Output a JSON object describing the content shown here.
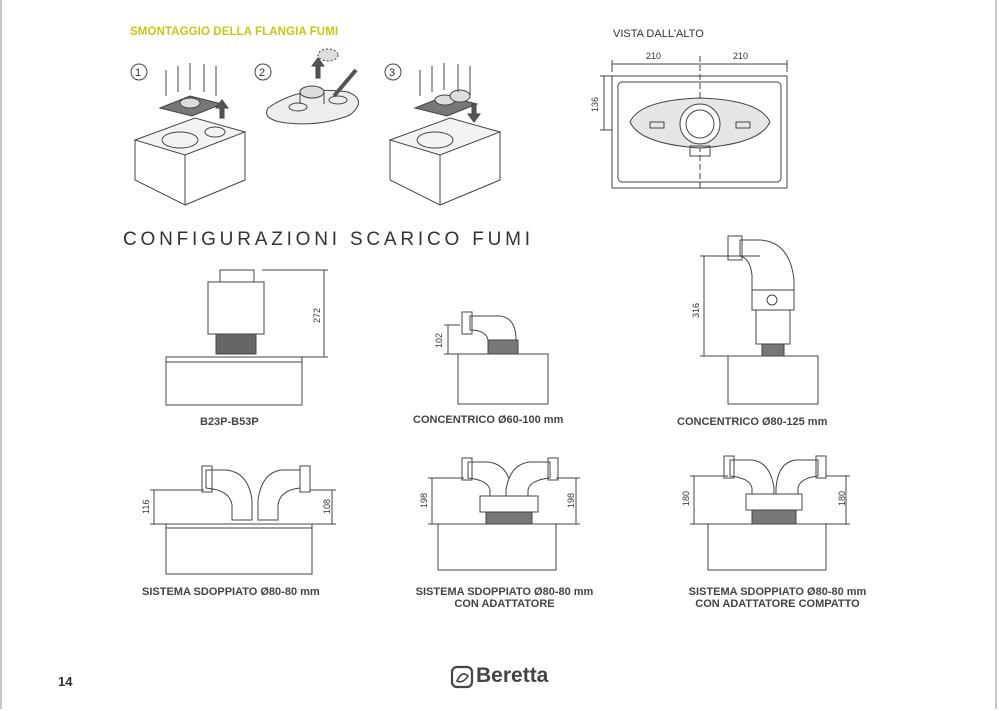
{
  "header": {
    "section_title": "SMONTAGGIO DELLA FLANGIA FUMI",
    "top_view_title": "VISTA DALL'ALTO",
    "steps": [
      "1",
      "2",
      "3"
    ]
  },
  "top_view": {
    "dim_left": "210",
    "dim_right": "210",
    "dim_depth": "136"
  },
  "main_title": "CONFIGURAZIONI SCARICO FUMI",
  "configs": [
    {
      "caption": "B23P-B53P",
      "dim_a": "272"
    },
    {
      "caption": "CONCENTRICO Ø60-100 mm",
      "dim_a": "102"
    },
    {
      "caption": "CONCENTRICO Ø80-125 mm",
      "dim_a": "316"
    },
    {
      "caption": "SISTEMA SDOPPIATO Ø80-80 mm",
      "dim_a": "116",
      "dim_b": "108"
    },
    {
      "caption_line1": "SISTEMA SDOPPIATO Ø80-80 mm",
      "caption_line2": "CON ADATTATORE",
      "dim_a": "198",
      "dim_b": "198"
    },
    {
      "caption_line1": "SISTEMA SDOPPIATO Ø80-80 mm",
      "caption_line2": "CON ADATTATORE COMPATTO",
      "dim_a": "180",
      "dim_b": "180"
    }
  ],
  "footer": {
    "page_number": "14",
    "brand": "Beretta"
  },
  "colors": {
    "accent_yellow": "#c6c812",
    "text": "#333333",
    "line": "#444444"
  }
}
